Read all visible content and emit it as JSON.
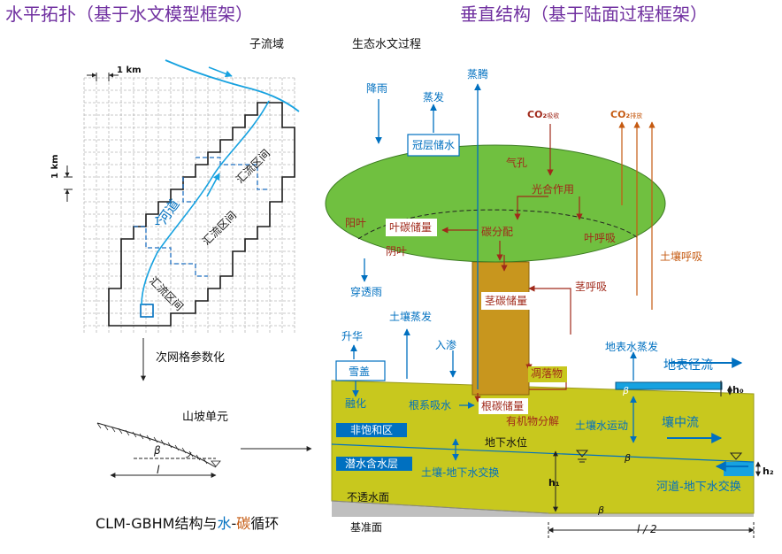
{
  "titles": {
    "left": "水平拓扑（基于水文模型框架）",
    "right": "垂直结构（基于陆面过程框架）",
    "bottom_prefix": "CLM-GBHM结构与",
    "bottom_water": "水",
    "bottom_dash": "-",
    "bottom_carbon": "碳",
    "bottom_suffix": "循环",
    "color_title": "#7030a0",
    "color_water": "#0070c0",
    "color_carbon": "#c55a11"
  },
  "horizontal": {
    "subbasin": "子流域",
    "scale_top": "1 km",
    "scale_left": "1 km",
    "river": "河道",
    "river_mark": "1",
    "interval_a": "汇流区间",
    "interval_b": "汇流区间",
    "interval_c": "汇流区间",
    "subgrid": "次网格参数化",
    "hillslope": "山坡单元",
    "beta": "β",
    "length": "l"
  },
  "vertical": {
    "eco_title": "生态水文过程",
    "evapotranspiration": "蒸腾",
    "rain": "降雨",
    "evaporation": "蒸发",
    "canopy_storage": "冠层储水",
    "co2_absorb": "CO₂",
    "co2_absorb_sub": "吸收",
    "co2_emit": "CO₂",
    "co2_emit_sub": "排放",
    "stomata": "气孔",
    "photosynthesis": "光合作用",
    "sunlit_leaf": "阳叶",
    "leaf_carbon": "叶碳储量",
    "carbon_alloc": "碳分配",
    "leaf_resp": "叶呼吸",
    "soil_resp": "土壤呼吸",
    "shaded_leaf": "阴叶",
    "throughfall": "穿透雨",
    "stem_carbon": "茎碳储量",
    "stem_resp": "茎呼吸",
    "soil_evap": "土壤蒸发",
    "sublimation": "升华",
    "infiltration": "入渗",
    "snow": "雪盖",
    "litter": "凋落物",
    "surface_evap": "地表水蒸发",
    "surface_runoff": "地表径流",
    "melt": "融化",
    "root_uptake": "根系吸水",
    "root_carbon": "根碳储量",
    "organic_decomp": "有机物分解",
    "soil_water_move": "土壤水运动",
    "subsurface_flow": "壤中流",
    "unsaturated": "非饱和区",
    "water_table": "地下水位",
    "aquifer": "潜水含水层",
    "soil_gw_exchange": "土壤-地下水交换",
    "channel_gw_exchange": "河道-地下水交换",
    "impermeable": "不透水面",
    "datum": "基准面",
    "h0": "h₀",
    "h1": "h₁",
    "h2": "h₂",
    "half_length": "l / 2",
    "beta": "β"
  },
  "colors": {
    "blue": "#0070c0",
    "brown": "#c55a11",
    "darkred": "#a0291a",
    "canopy": "#70c040",
    "soil": "#c8c81e",
    "stem": "#c8961e",
    "river_blue": "#17a2e0",
    "datum_gray": "#bfbfbf"
  }
}
